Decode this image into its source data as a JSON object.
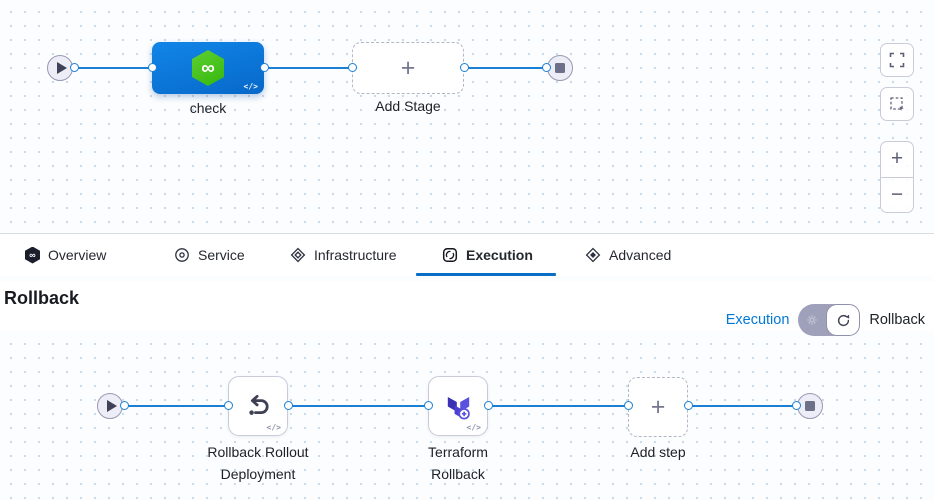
{
  "pipeline": {
    "stage": {
      "label": "check",
      "code_glyph": "</>"
    },
    "add_stage": {
      "label": "Add Stage",
      "plus": "+"
    },
    "controls": {
      "zoom_in": "+",
      "zoom_out": "−"
    }
  },
  "tabs": {
    "overview": {
      "label": "Overview",
      "active": false
    },
    "service": {
      "label": "Service",
      "active": false
    },
    "infrastructure": {
      "label": "Infrastructure",
      "active": false
    },
    "execution": {
      "label": "Execution",
      "active": true
    },
    "advanced": {
      "label": "Advanced",
      "active": false
    }
  },
  "rollback_panel": {
    "title": "Rollback",
    "toggle": {
      "left_label": "Execution",
      "right_label": "Rollback",
      "selected": "Rollback"
    }
  },
  "rollback_pipeline": {
    "step1": {
      "label_line1": "Rollback Rollout",
      "label_line2": "Deployment",
      "code_glyph": "</>"
    },
    "step2": {
      "label_line1": "Terraform",
      "label_line2": "Rollback",
      "code_glyph": "</>"
    },
    "add_step": {
      "label": "Add step",
      "plus": "+"
    }
  },
  "colors": {
    "accent_blue": "#0278D5",
    "stage_blue": "#0B7AE0",
    "harness_green": "#42C200",
    "terraform_purple": "#5A50E0",
    "terraform_dark": "#3A30B4",
    "node_border": "#989AB3"
  }
}
